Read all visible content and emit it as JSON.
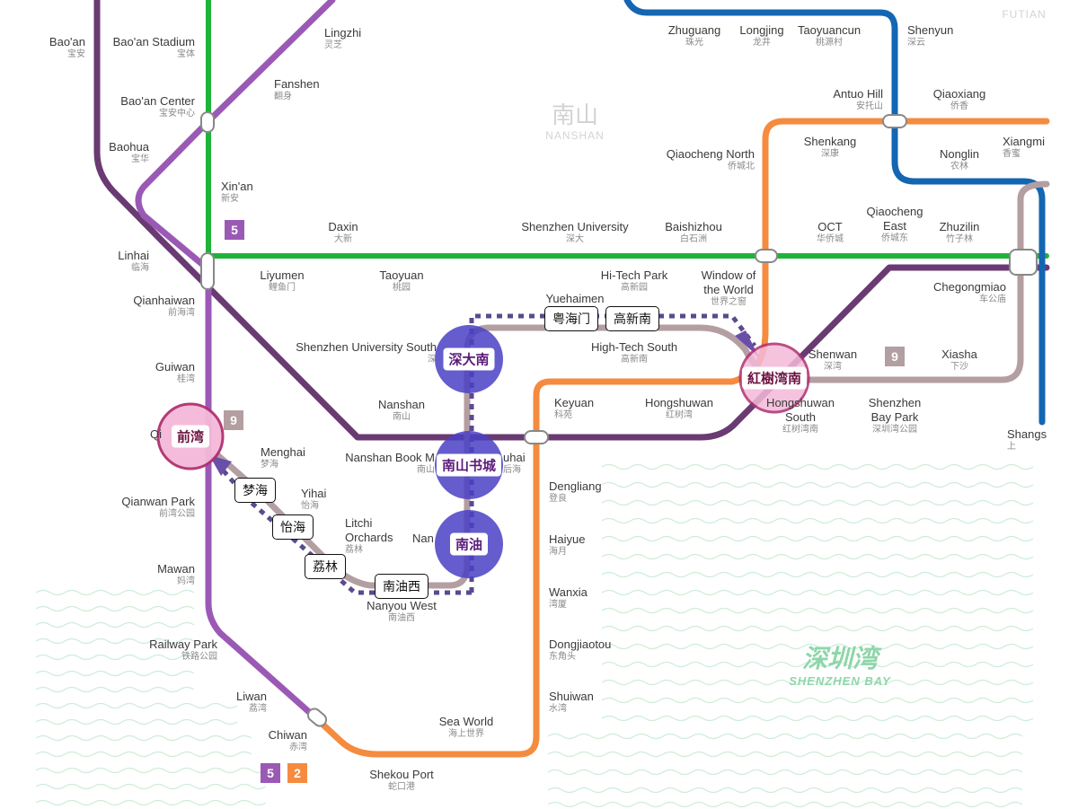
{
  "map": {
    "district": {
      "zh": "南山",
      "en": "NANSHAN"
    },
    "district_corner": "FUTIAN",
    "bay": {
      "zh": "深圳湾",
      "en": "SHENZHEN BAY"
    },
    "line_colors": {
      "line1": "#1fb33a",
      "line2": "#f58b3f",
      "line4": "#1366b3",
      "line5": "#9b59b6",
      "line9": "#b39ea1",
      "line11": "#6a3a73"
    },
    "badges": [
      {
        "label": "5",
        "color": "#9b59b6"
      },
      {
        "label": "9",
        "color": "#b39ea1"
      },
      {
        "label": "9",
        "color": "#b39ea1"
      },
      {
        "label": "5",
        "color": "#9b59b6"
      },
      {
        "label": "2",
        "color": "#f58b3f"
      }
    ],
    "stations": [
      {
        "en": "Bao'an",
        "zh": "宝安"
      },
      {
        "en": "Bao'an Stadium",
        "zh": "宝体"
      },
      {
        "en": "Bao'an Center",
        "zh": "宝安中心"
      },
      {
        "en": "Baohua",
        "zh": "宝华"
      },
      {
        "en": "Lingzhi",
        "zh": "灵芝"
      },
      {
        "en": "Fanshen",
        "zh": "翻身"
      },
      {
        "en": "Xin'an",
        "zh": "新安"
      },
      {
        "en": "Linhai",
        "zh": "临海"
      },
      {
        "en": "Qianhaiwan",
        "zh": "前海湾"
      },
      {
        "en": "Guiwan",
        "zh": "桂湾"
      },
      {
        "en": "Qianwan Park",
        "zh": "前湾公园"
      },
      {
        "en": "Mawan",
        "zh": "妈湾"
      },
      {
        "en": "Railway Park",
        "zh": "铁路公园"
      },
      {
        "en": "Liwan",
        "zh": "荔湾"
      },
      {
        "en": "Chiwan",
        "zh": "赤湾"
      },
      {
        "en": "Daxin",
        "zh": "大新"
      },
      {
        "en": "Liyumen",
        "zh": "鲤鱼门"
      },
      {
        "en": "Taoyuan",
        "zh": "桃园"
      },
      {
        "en": "Shenzhen University",
        "zh": "深大"
      },
      {
        "en": "Baishizhou",
        "zh": "白石洲"
      },
      {
        "en": "Hi-Tech Park",
        "zh": "高新园"
      },
      {
        "en": "Window of",
        "zh": ""
      },
      {
        "en": "the World",
        "zh": "世界之窗"
      },
      {
        "en": "Yuehaimen",
        "zh": ""
      },
      {
        "en": "High-Tech South",
        "zh": "高新南"
      },
      {
        "en": "Shenzhen University South",
        "zh": "深"
      },
      {
        "en": "Nanshan",
        "zh": "南山"
      },
      {
        "en": "Nanshan Book M",
        "zh": "南山"
      },
      {
        "en": "uhai",
        "zh": "后海"
      },
      {
        "en": "Menghai",
        "zh": "梦海"
      },
      {
        "en": "Yihai",
        "zh": "怡海"
      },
      {
        "en": "Litchi",
        "zh": ""
      },
      {
        "en": "Orchards",
        "zh": "荔林"
      },
      {
        "en": "Nan",
        "zh": ""
      },
      {
        "en": "Nanyou West",
        "zh": "南油西"
      },
      {
        "en": "Keyuan",
        "zh": "科苑"
      },
      {
        "en": "Hongshuwan",
        "zh": "红树湾"
      },
      {
        "en": "Dengliang",
        "zh": "登良"
      },
      {
        "en": "Haiyue",
        "zh": "海月"
      },
      {
        "en": "Wanxia",
        "zh": "湾厦"
      },
      {
        "en": "Dongjiaotou",
        "zh": "东角头"
      },
      {
        "en": "Shuiwan",
        "zh": "水湾"
      },
      {
        "en": "Sea World",
        "zh": "海上世界"
      },
      {
        "en": "Shekou Port",
        "zh": "蛇口港"
      },
      {
        "en": "Zhuguang",
        "zh": "珠光"
      },
      {
        "en": "Longjing",
        "zh": "龙井"
      },
      {
        "en": "Taoyuancun",
        "zh": "桃源村"
      },
      {
        "en": "Shenyun",
        "zh": "深云"
      },
      {
        "en": "Antuo Hill",
        "zh": "安托山"
      },
      {
        "en": "Qiaoxiang",
        "zh": "侨香"
      },
      {
        "en": "Qiaocheng North",
        "zh": "侨城北"
      },
      {
        "en": "Shenkang",
        "zh": "深康"
      },
      {
        "en": "Nonglin",
        "zh": "农林"
      },
      {
        "en": "Xiangmi",
        "zh": "香蜜"
      },
      {
        "en": "OCT",
        "zh": "华侨城"
      },
      {
        "en": "Qiaocheng",
        "zh": ""
      },
      {
        "en": "East",
        "zh": "侨城东"
      },
      {
        "en": "Zhuzilin",
        "zh": "竹子林"
      },
      {
        "en": "Chegongmiao",
        "zh": "车公庙"
      },
      {
        "en": "Shenwan",
        "zh": "深湾"
      },
      {
        "en": "Xiasha",
        "zh": "下沙"
      },
      {
        "en": "Hongshuwan",
        "zh": ""
      },
      {
        "en": "South",
        "zh": "红树湾南"
      },
      {
        "en": "Shenzhen",
        "zh": ""
      },
      {
        "en": "Bay Park",
        "zh": "深圳湾公园"
      },
      {
        "en": "Shangs",
        "zh": "上"
      },
      {
        "en": "Qi",
        "zh": ""
      }
    ],
    "route_labels": [
      "粤海门",
      "高新南",
      "梦海",
      "怡海",
      "荔林",
      "南油西"
    ],
    "highlight_circles": [
      {
        "label": "深大南",
        "color": "#5048c8"
      },
      {
        "label": "南山书城",
        "color": "#5048c8"
      },
      {
        "label": "南油",
        "color": "#5048c8"
      },
      {
        "label": "前湾",
        "color": "#e8a0c8"
      },
      {
        "label": "紅樹湾南",
        "color": "#e8a0c8"
      }
    ]
  }
}
